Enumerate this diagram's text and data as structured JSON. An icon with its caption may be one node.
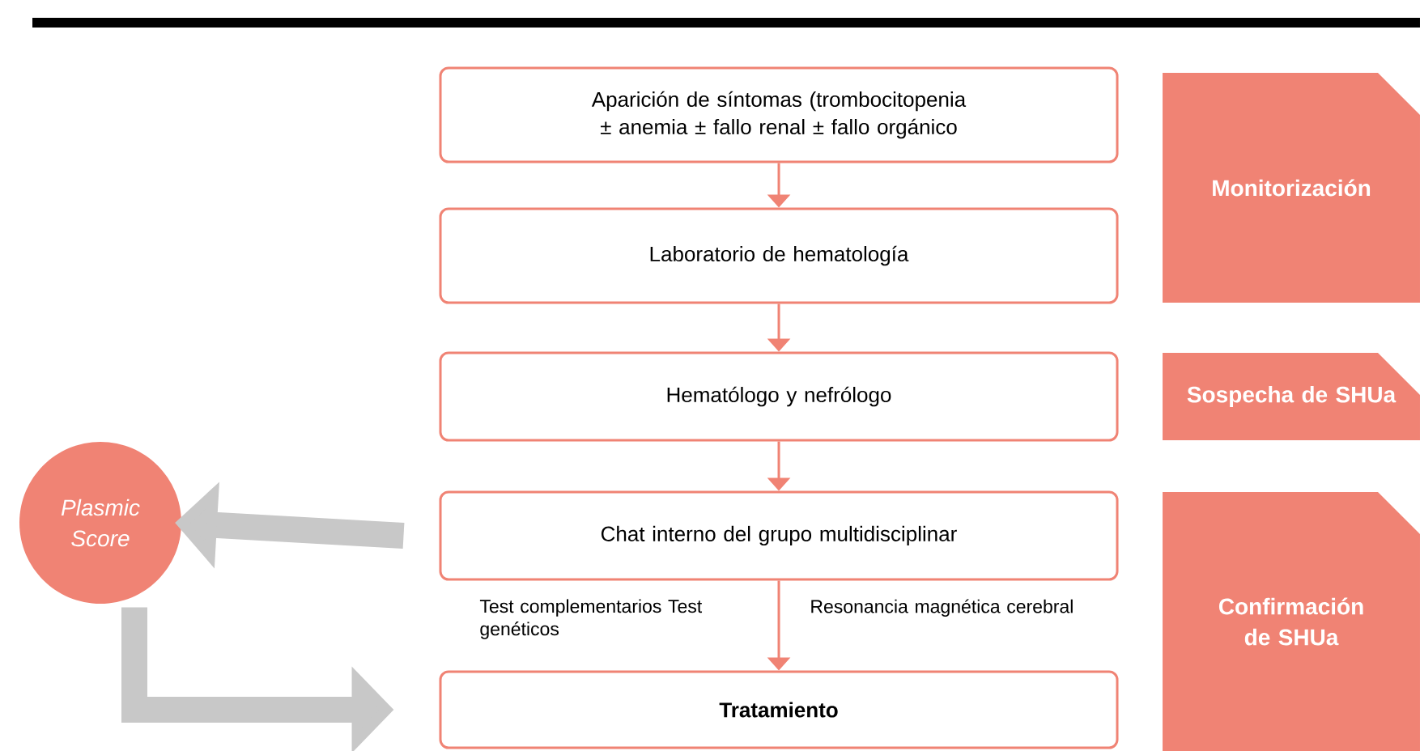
{
  "diagram": {
    "nodes": [
      {
        "text": [
          "Aparición de síntomas (trombocitopenia ± anemia ± fallo renal ± fallo orgánico"
        ]
      },
      {
        "text": [
          "Laboratorio de hematología"
        ]
      },
      {
        "text": [
          "Hematólogo y nefrólogo"
        ]
      },
      {
        "text": [
          "Chat interno del grupo multidisciplinar"
        ]
      },
      {
        "text": [
          "**Tratamiento**"
        ]
      },
      {
        "text": [
          "*Plasmic Score*"
        ]
      },
      {
        "text": [
          "Monitorización"
        ]
      },
      {
        "text": [
          "Sospecha de SHUa"
        ]
      },
      {
        "text": [
          "Confirmación de SHUa"
        ]
      }
    ],
    "edges": [
      {
        "from": 0,
        "to": 1,
        "arrow": "to"
      },
      {
        "from": 1,
        "to": 2,
        "arrow": "to"
      },
      {
        "from": 2,
        "to": 3,
        "arrow": "to"
      },
      {
        "from": 3,
        "to": 4,
        "arrow": "to"
      },
      {
        "from": 3,
        "to": 5,
        "arrow": "to",
        "style": "thick",
        "color": "#c8c8c8"
      },
      {
        "from": 5,
        "to": 4,
        "arrow": "to",
        "style": "thick",
        "color": "#c8c8c8"
      }
    ],
    "labels": [
      "Test complementarios Test genéticos",
      "Resonancia magnética cerebral"
    ]
  }
}
